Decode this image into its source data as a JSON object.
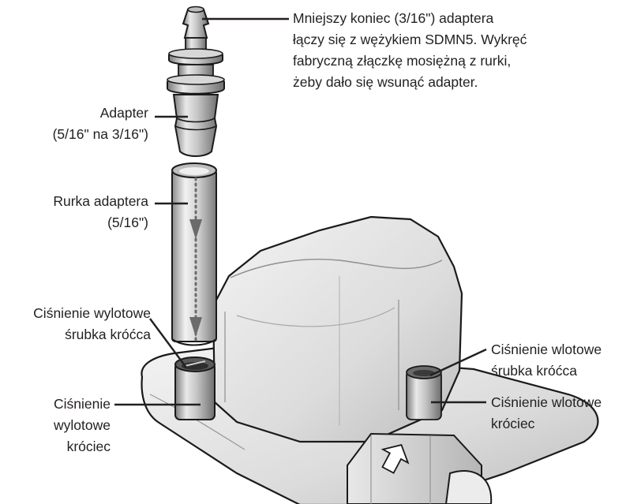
{
  "labels": {
    "small_end": [
      "Mniejszy koniec (3/16\") adaptera",
      "łączy się z wężykiem SDMN5. Wykręć",
      "fabryczną złączkę mosiężną z rurki,",
      "żeby dało się wsunąć adapter."
    ],
    "adapter": [
      "Adapter",
      "(5/16\" na 3/16\")"
    ],
    "adapter_tube": [
      "Rurka adaptera",
      "(5/16\")"
    ],
    "outlet_screw": [
      "Ciśnienie wylotowe",
      "śrubka króćca"
    ],
    "outlet_port": [
      "Ciśnienie",
      "wylotowe",
      "króciec"
    ],
    "inlet_screw": [
      "Ciśnienie wlotowe",
      "śrubka króćca"
    ],
    "inlet_port": [
      "Ciśnienie wlotowe",
      "króciec"
    ]
  },
  "colors": {
    "text": "#231f20",
    "leader": "#231f20",
    "outline": "#1a1a1a",
    "metal": "#a9a9a9",
    "body": "#dadada"
  }
}
